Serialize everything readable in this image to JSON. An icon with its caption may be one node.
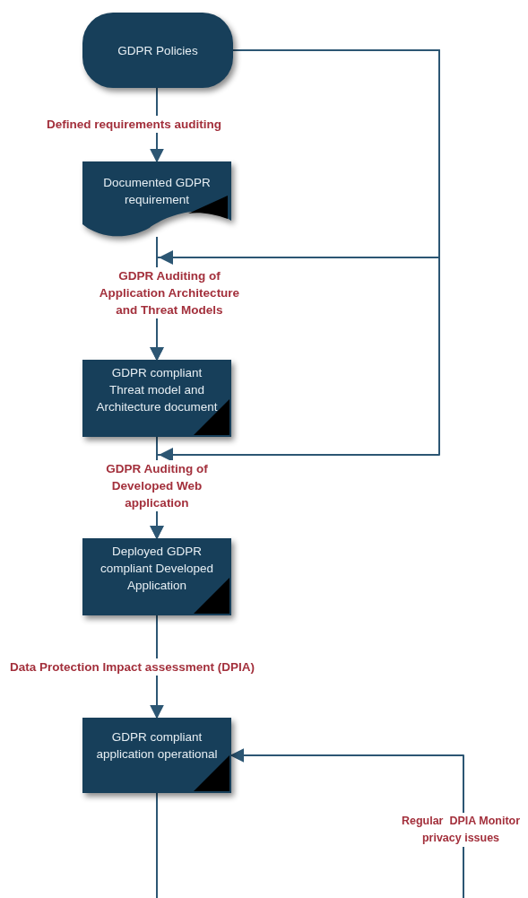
{
  "diagram": {
    "nodes": [
      {
        "text": [
          "GDPR Policies"
        ]
      },
      {
        "text": [
          "Documented GDPR requirement"
        ]
      },
      {
        "text": [
          "GDPR compliant Threat model and Architecture document"
        ]
      },
      {
        "text": [
          "Deployed GDPR compliant Developed Application"
        ]
      },
      {
        "text": [
          "GDPR compliant application operational"
        ]
      }
    ],
    "edges": [
      {
        "from": 0,
        "to": 1,
        "arrow": "to",
        "label": "Defined requirements auditing"
      },
      {
        "from": 1,
        "to": 2,
        "arrow": "to",
        "label": "GDPR Auditing of Application Architecture and Threat Models"
      },
      {
        "from": 2,
        "to": 3,
        "arrow": "to",
        "label": "GDPR Auditing of Developed Web application"
      },
      {
        "from": 3,
        "to": 4,
        "arrow": "to",
        "label": "Data Protection Impact assessment (DPIA)"
      },
      {
        "from": 0,
        "to": 2,
        "arrow": "to"
      },
      {
        "from": 0,
        "to": 3,
        "arrow": "to"
      },
      {
        "from": 4,
        "to": null,
        "arrow": "none"
      },
      {
        "from": null,
        "to": 4,
        "arrow": "to",
        "label": "Regular  DPIA Monitor privacy issues"
      }
    ]
  }
}
